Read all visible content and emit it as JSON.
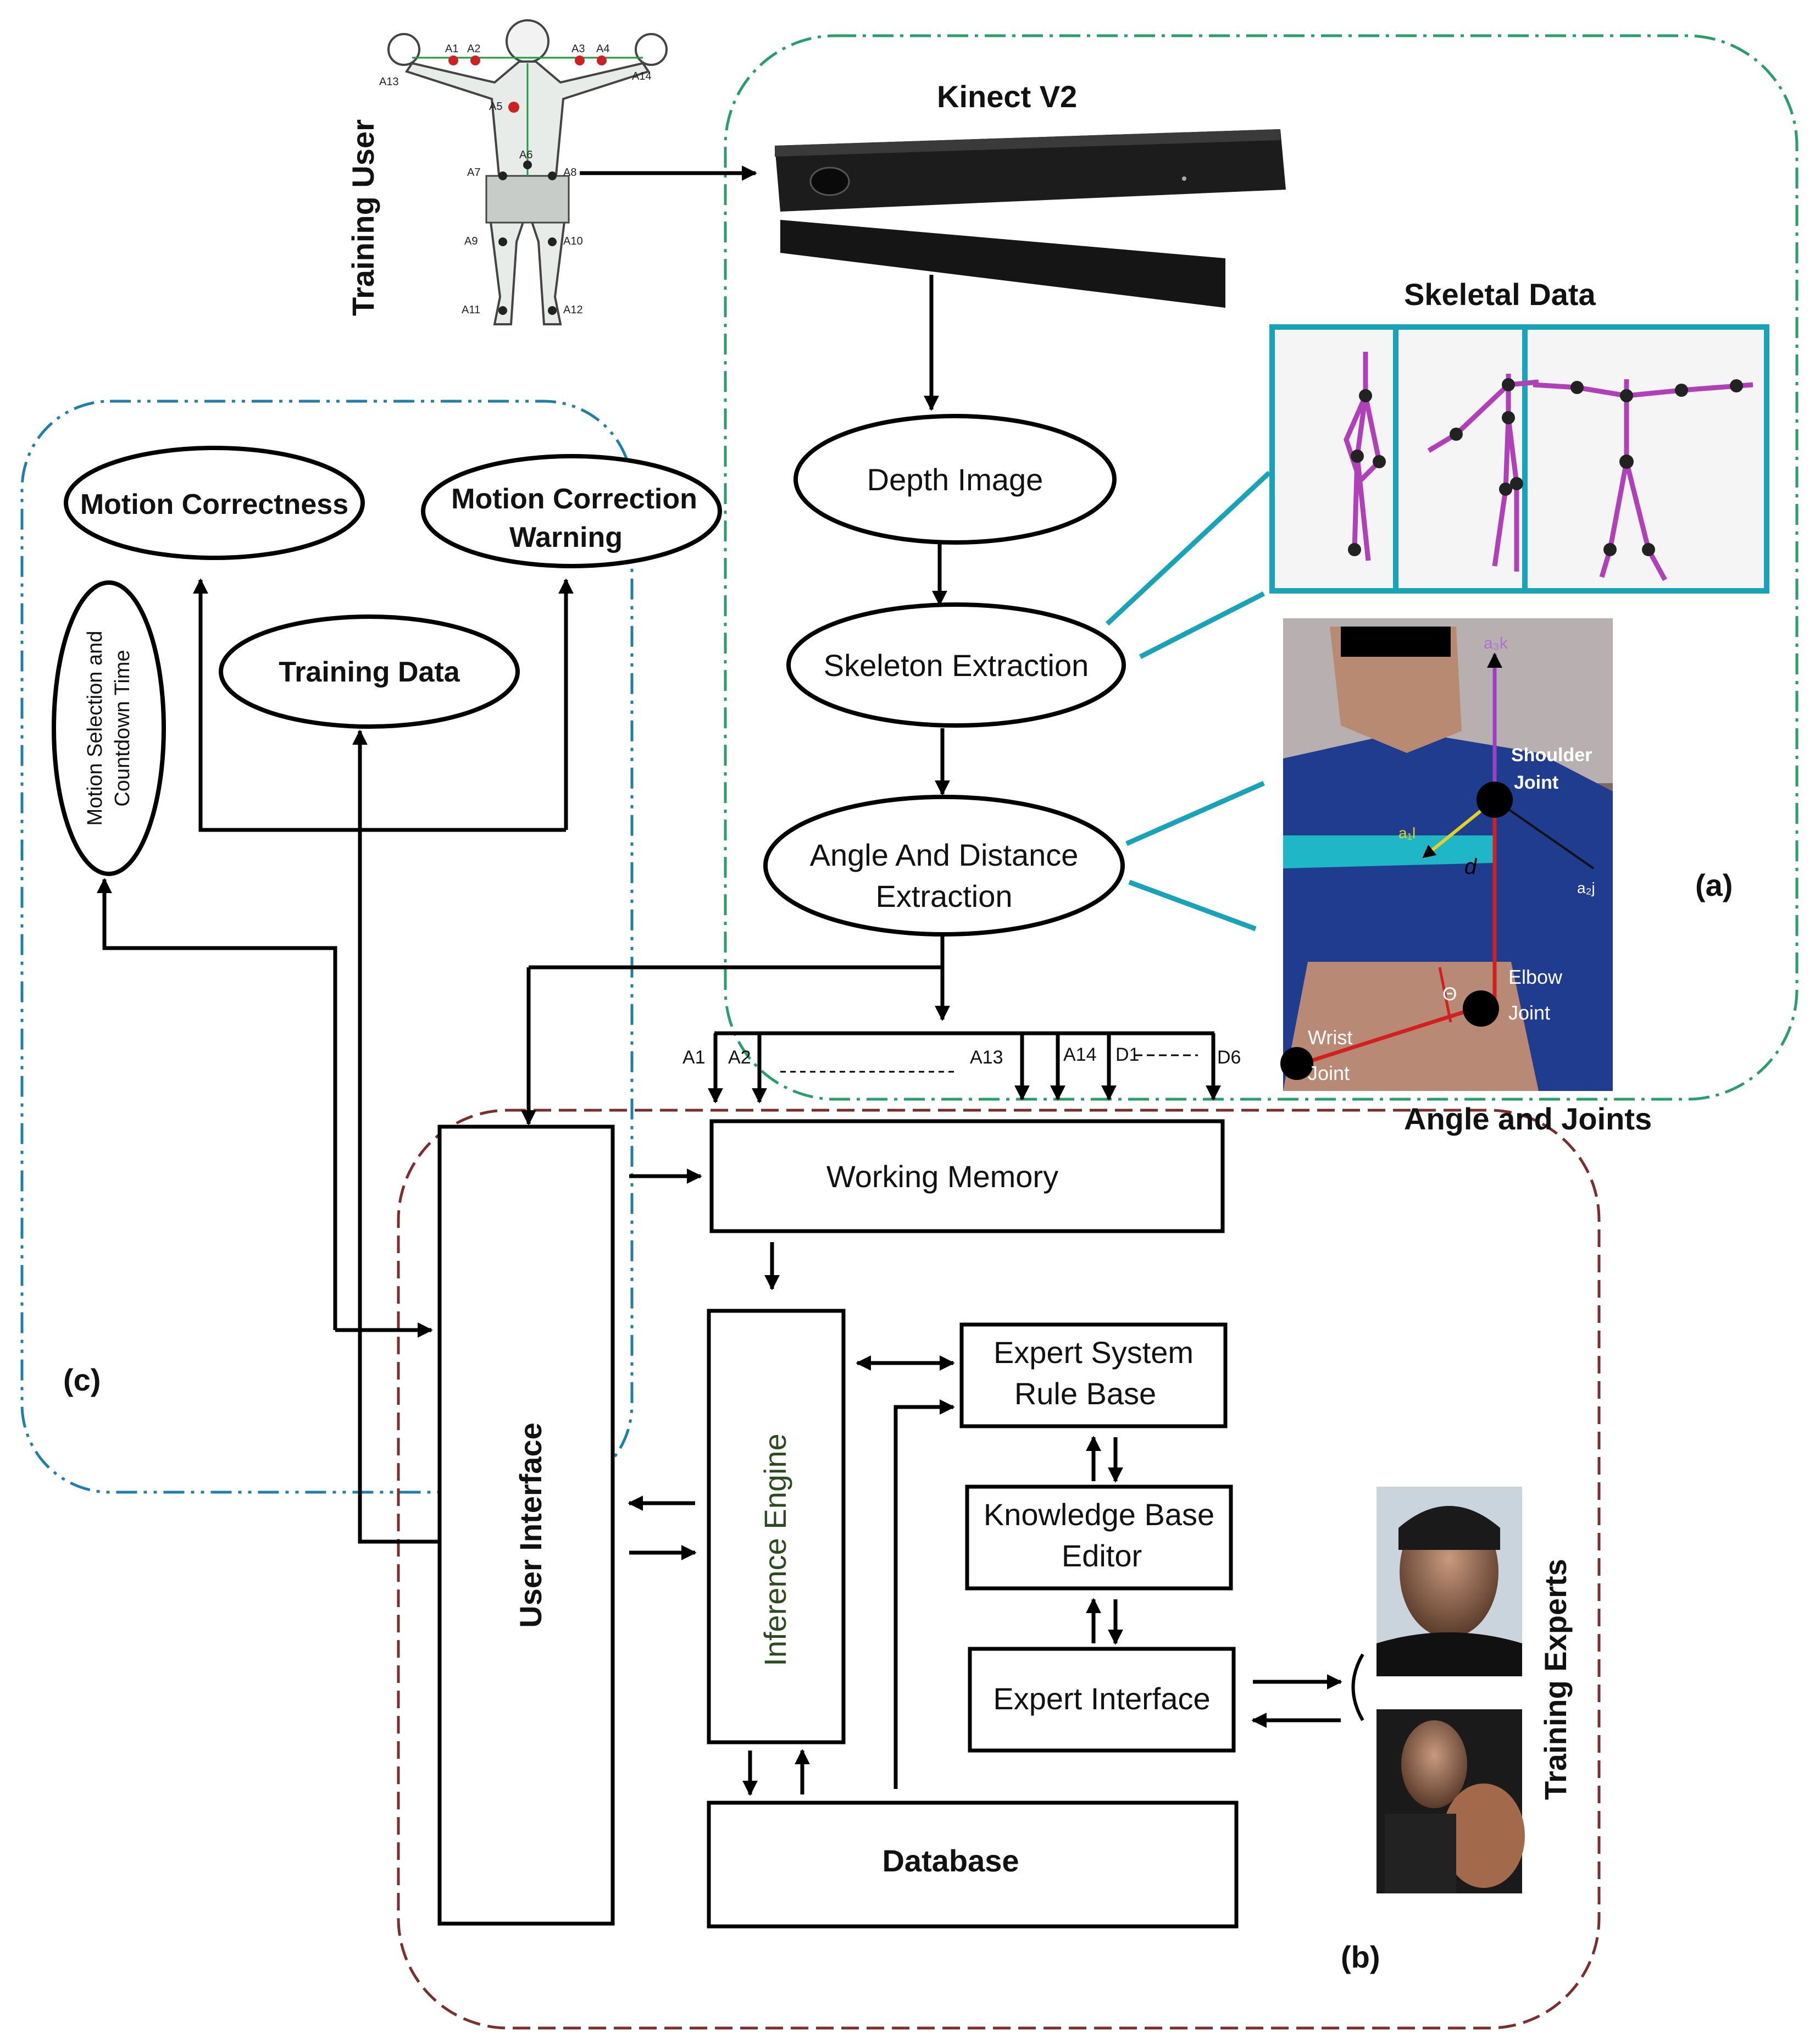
{
  "title": {
    "kinect": "Kinect V2",
    "skeletal": "Skeletal Data",
    "angle_joints": "Angle and Joints"
  },
  "side_labels": {
    "training_user": "Training User",
    "training_experts": "Training Experts"
  },
  "region_labels": {
    "a": "(a)",
    "b": "(b)",
    "c": "(c)"
  },
  "colors": {
    "region_a": "#2a9d6a",
    "region_b": "#7a2e2e",
    "region_c": "#1f7fa6",
    "skeletal_border": "#19a3b8",
    "skeleton": "#b040b8"
  },
  "nodes": {
    "depth_image": "Depth Image",
    "skeleton_extraction": "Skeleton Extraction",
    "angle_distance_line1": "Angle And Distance",
    "angle_distance_line2": "Extraction",
    "motion_correctness": "Motion Correctness",
    "motion_warning_line1": "Motion Correction",
    "motion_warning_line2": "Warning",
    "training_data": "Training Data",
    "motion_selection_line1": "Motion Selection and",
    "motion_selection_line2": "Countdown Time",
    "working_memory": "Working Memory",
    "inference_engine": "Inference Engine",
    "user_interface": "User Interface",
    "rule_base_line1": "Expert System",
    "rule_base_line2": "Rule Base",
    "kb_editor_line1": "Knowledge Base",
    "kb_editor_line2": "Editor",
    "expert_interface": "Expert Interface",
    "database": "Database"
  },
  "bus_labels": [
    "A1",
    "A2",
    "A13",
    "A14",
    "D1",
    "D6"
  ],
  "joint_photo": {
    "a3k": "a₃k",
    "shoulder1": "Shoulder",
    "shoulder2": "Joint",
    "alpha": "a₁l",
    "d": "d",
    "a2j": "a₂j",
    "elbow1": "Elbow",
    "elbow2": "Joint",
    "wrist1": "Wrist",
    "wrist2": "Joint",
    "theta": "Θ"
  },
  "body_labels": [
    "A1",
    "A2",
    "A3",
    "A4",
    "A5",
    "A6",
    "A7",
    "A8",
    "A9",
    "A10",
    "A11",
    "A12",
    "A13",
    "A14"
  ]
}
